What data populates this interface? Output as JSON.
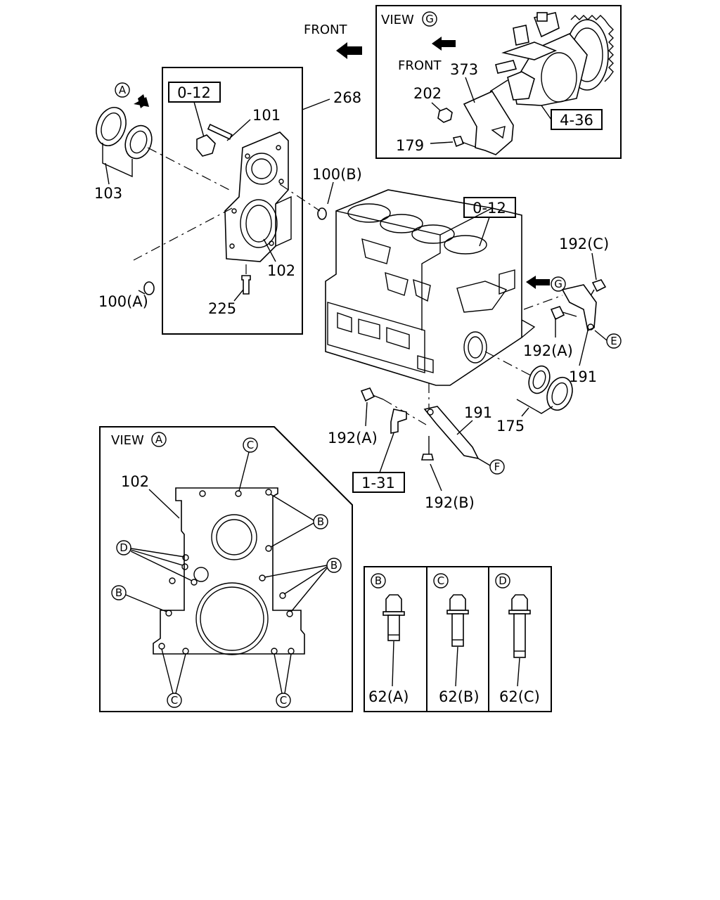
{
  "inset_g": {
    "view_word": "VIEW",
    "view_letter": "G",
    "front": "FRONT",
    "part_373": "373",
    "part_202": "202",
    "part_179": "179",
    "ref_4_36": "4-36"
  },
  "main": {
    "front": "FRONT",
    "ref_0_12_box": "0-12",
    "ref_0_12_block": "0-12",
    "ref_1_31": "1-31",
    "part_101": "101",
    "part_268": "268",
    "part_103": "103",
    "part_100b": "100(B)",
    "part_100a": "100(A)",
    "part_102": "102",
    "part_225": "225",
    "part_192c": "192(C)",
    "part_192a_right": "192(A)",
    "part_191_right": "191",
    "part_191_lower": "191",
    "part_175": "175",
    "part_192a_left": "192(A)",
    "part_192b": "192(B)",
    "circ_a": "A",
    "circ_g": "G",
    "circ_e": "E",
    "circ_f": "F"
  },
  "view_a": {
    "view_word": "VIEW",
    "view_letter": "A",
    "part_102": "102",
    "circ_c_top": "C",
    "circ_b_right_top": "B",
    "circ_d": "D",
    "circ_b_right_mid": "B",
    "circ_b_left": "B",
    "circ_c_bottom_left": "C",
    "circ_c_bottom_right": "C"
  },
  "bolts": {
    "b_letter": "B",
    "c_letter": "C",
    "d_letter": "D",
    "b_part": "62(A)",
    "c_part": "62(B)",
    "d_part": "62(C)"
  }
}
